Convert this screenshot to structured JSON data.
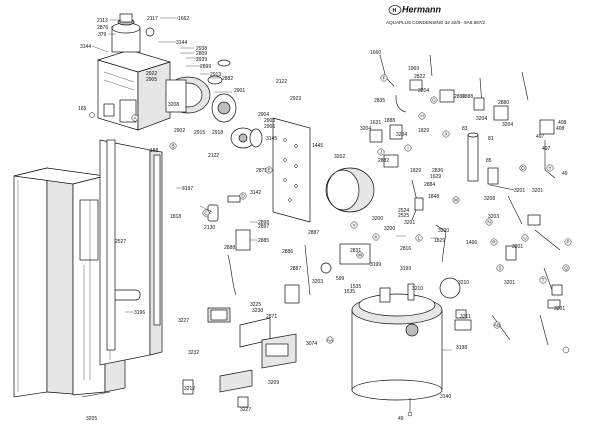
{
  "brand": {
    "logo_text": "Hermann",
    "subtitle": "AQUAPLUS CONDENSING 32 32/8 - 9A6.567/2"
  },
  "part_numbers": [
    "2113",
    "2117",
    "1662",
    "2876",
    "379",
    "3144",
    "3144",
    "2938",
    "2809",
    "2939",
    "2899",
    "2922",
    "2913",
    "2905",
    "3208",
    "2882",
    "2902",
    "165",
    "2901",
    "2122",
    "2923",
    "2904",
    "2903",
    "2918",
    "2915",
    "2906",
    "188",
    "2122",
    "3145",
    "1445",
    "2875",
    "3197",
    "3142",
    "2130",
    "2898",
    "2897",
    "1818",
    "2887",
    "2885",
    "3202",
    "2886",
    "2527",
    "2888",
    "3199",
    "3203",
    "1535",
    "3210",
    "3196",
    "3227",
    "3225",
    "3230",
    "3232",
    "2871",
    "3074",
    "3209",
    "3198",
    "3210",
    "3212",
    "3227",
    "3140",
    "3205",
    "49",
    "1660",
    "2822",
    "3204",
    "1969",
    "2880",
    "1888",
    "3204",
    "1888",
    "3204",
    "2835",
    "2880",
    "3204",
    "3204",
    "2882",
    "1829",
    "2836",
    "1631",
    "1829",
    "1629",
    "2884",
    "1848",
    "3200",
    "3201",
    "3200",
    "3200",
    "1466",
    "3201",
    "3201",
    "3201",
    "3201",
    "2524",
    "2525",
    "1829",
    "497",
    "408",
    "497",
    "408",
    "49",
    "83",
    "81",
    "85",
    "3201",
    "3208",
    "3203",
    "2887",
    "599",
    "2831",
    "1535",
    "3211",
    "2816",
    "3199"
  ],
  "callouts": [
    "A",
    "B",
    "C",
    "D",
    "E",
    "F",
    "G",
    "H",
    "I",
    "J",
    "K",
    "L",
    "M",
    "N",
    "O",
    "P",
    "Q",
    "R",
    "S",
    "T",
    "U",
    "V",
    "W",
    "X",
    "Y",
    "Z",
    "AA",
    "AB"
  ]
}
